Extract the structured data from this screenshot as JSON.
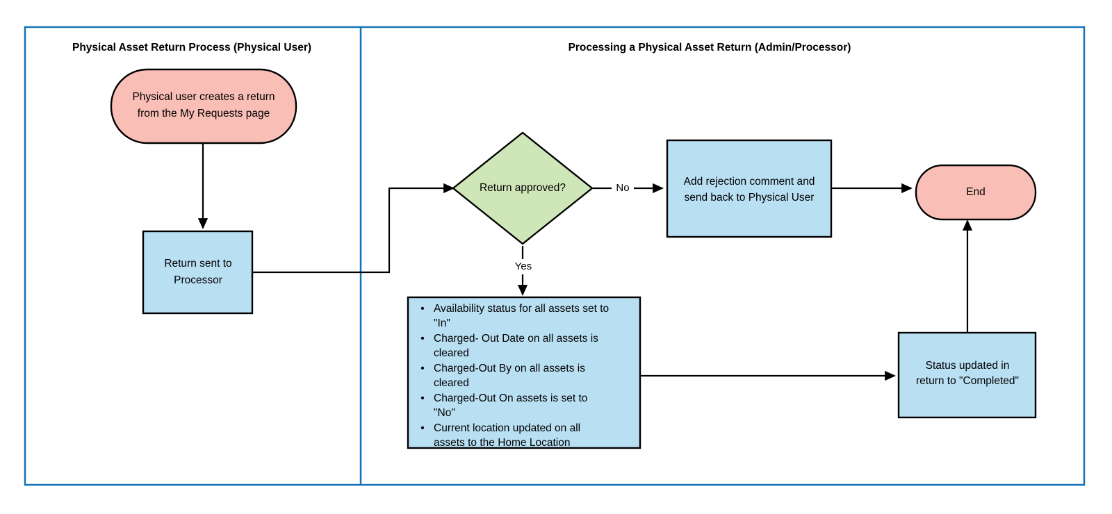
{
  "diagram": {
    "title_left": "Physical Asset Return Process (Physical User)",
    "title_right": "Processing a Physical Asset Return (Admin/Processor)",
    "colors": {
      "frame": "#1573b5",
      "terminator_fill": "#f9beb5",
      "process_fill": "#b9dff2",
      "decision_fill": "#cfe7b8",
      "outline": "#000000",
      "text": "#000000"
    },
    "nodes": {
      "start": {
        "shape": "terminator",
        "line1": "Physical user creates a return",
        "line2": "from the My Requests page"
      },
      "return_sent": {
        "shape": "process",
        "line1": "Return sent to",
        "line2": "Processor"
      },
      "decision": {
        "shape": "decision",
        "label": "Return approved?"
      },
      "reject": {
        "shape": "process",
        "line1": "Add rejection comment and",
        "line2": "send back to Physical User"
      },
      "end": {
        "shape": "terminator",
        "label": "End"
      },
      "status_updated": {
        "shape": "process",
        "line1": "Status updated in",
        "line2": "return to \"Completed\""
      },
      "asset_updates": {
        "shape": "process",
        "bullets": [
          {
            "line1": "Availability status for all assets set to",
            "line2": "\"In\""
          },
          {
            "line1": "Charged- Out Date on all assets is",
            "line2": "cleared"
          },
          {
            "line1": "Charged-Out By on all assets is",
            "line2": "cleared"
          },
          {
            "line1": "Charged-Out On assets  is set to",
            "line2": "\"No\""
          },
          {
            "line1": "Current location updated on all",
            "line2": "assets to the Home Location"
          }
        ]
      }
    },
    "edge_labels": {
      "no": "No",
      "yes": "Yes"
    }
  }
}
